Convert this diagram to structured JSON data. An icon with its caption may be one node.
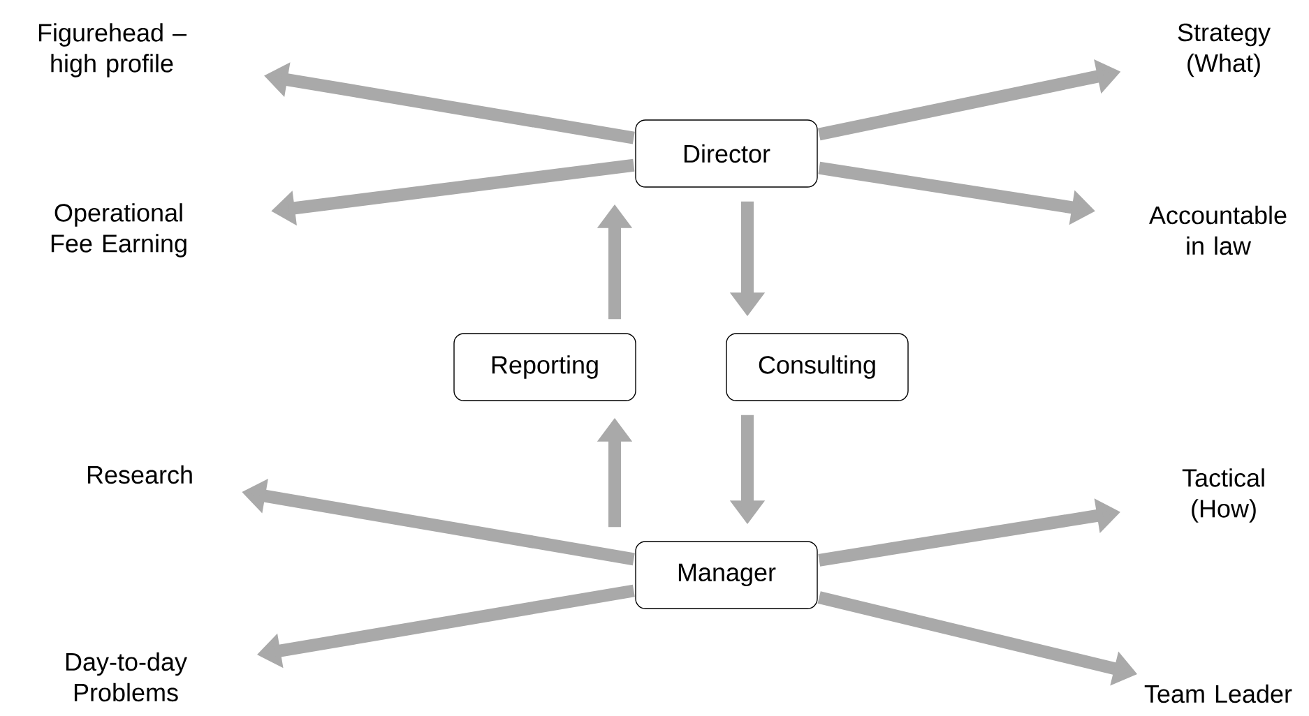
{
  "diagram": {
    "nodes": [
      {
        "text": [
          "Director"
        ]
      },
      {
        "text": [
          "Reporting"
        ]
      },
      {
        "text": [
          "Consulting"
        ]
      },
      {
        "text": [
          "Manager"
        ]
      },
      {
        "text": [
          "Figurehead – high profile"
        ]
      },
      {
        "text": [
          "Strategy (What)"
        ]
      },
      {
        "text": [
          "Operational Fee Earning"
        ]
      },
      {
        "text": [
          "Accountable in law"
        ]
      },
      {
        "text": [
          "Research"
        ]
      },
      {
        "text": [
          "Tactical (How)"
        ]
      },
      {
        "text": [
          "Day-to-day Problems"
        ]
      },
      {
        "text": [
          "Team Leader"
        ]
      }
    ],
    "edges": [
      {
        "from": 0,
        "to": 4,
        "arrow": "to"
      },
      {
        "from": 0,
        "to": 5,
        "arrow": "to"
      },
      {
        "from": 0,
        "to": 6,
        "arrow": "to"
      },
      {
        "from": 0,
        "to": 7,
        "arrow": "to"
      },
      {
        "from": 1,
        "to": 0,
        "arrow": "to"
      },
      {
        "from": 0,
        "to": 2,
        "arrow": "to"
      },
      {
        "from": 3,
        "to": 1,
        "arrow": "to"
      },
      {
        "from": 2,
        "to": 3,
        "arrow": "to"
      },
      {
        "from": 3,
        "to": 8,
        "arrow": "to"
      },
      {
        "from": 3,
        "to": 9,
        "arrow": "to"
      },
      {
        "from": 3,
        "to": 10,
        "arrow": "to"
      },
      {
        "from": 3,
        "to": 11,
        "arrow": "to"
      }
    ]
  }
}
